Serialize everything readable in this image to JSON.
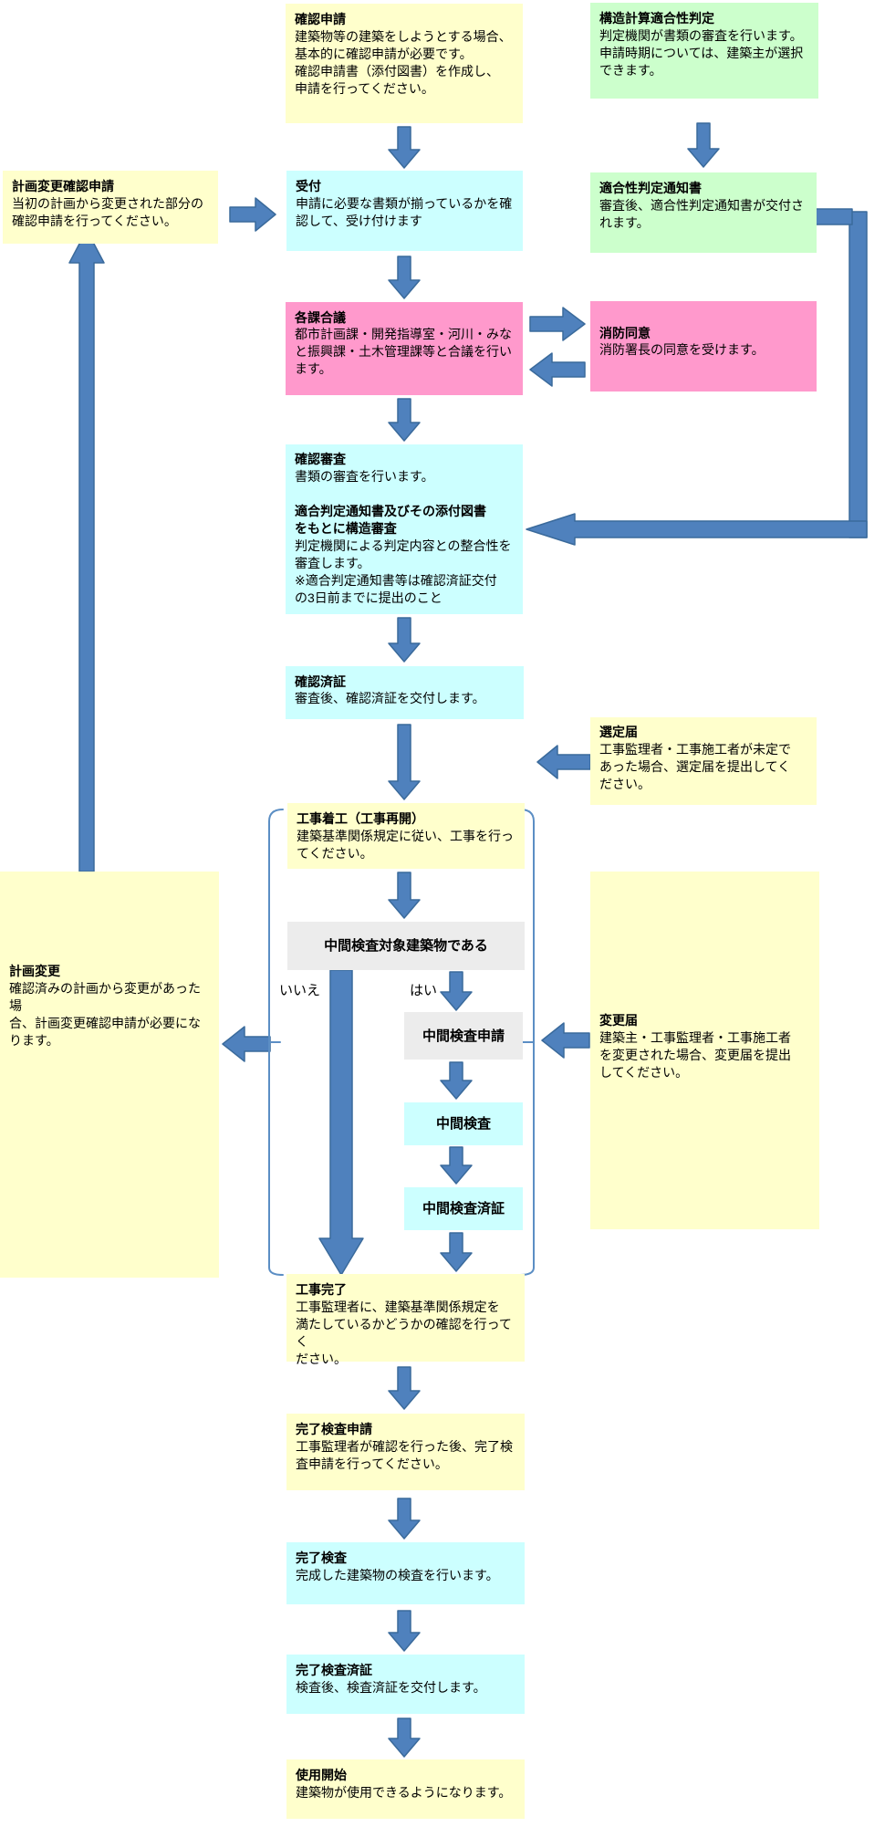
{
  "boxes": {
    "confirmation_application": {
      "title": "確認申請",
      "body": "建築物等の建築をしようとする場合、\n基本的に確認申請が必要です。\n確認申請書（添付図書）を作成し、\n申請を行ってください。"
    },
    "structural_judgment": {
      "title": "構造計算適合性判定",
      "body": "判定機関が書類の審査を行います。\n申請時期については、建築主が選択\nできます。"
    },
    "plan_change_application": {
      "title": "計画変更確認申請",
      "body": "当初の計画から変更された部分の\n確認申請を行ってください。"
    },
    "reception": {
      "title": "受付",
      "body": "申請に必要な書類が揃っているかを確\n認して、受け付けます"
    },
    "judgment_notice": {
      "title": "適合性判定通知書",
      "body": "審査後、適合性判定通知書が交付さ\nれます。"
    },
    "dept_consultation": {
      "title": "各課合議",
      "body": "都市計画課・開発指導室・河川・みな\nと振興課・土木管理課等と合議を行い\nます。"
    },
    "fire_consent": {
      "title": "消防同意",
      "body": "消防署長の同意を受けます。"
    },
    "confirmation_exam": {
      "title": "確認審査",
      "body": "書類の審査を行います。",
      "title2": "適合判定通知書及びその添付図書\nをもとに構造審査",
      "body2": "判定機関による判定内容との整合性を\n審査します。",
      "note": "※適合判定通知書等は確認済証交付\nの3日前までに提出のこと"
    },
    "confirmation_cert": {
      "title": "確認済証",
      "body": "審査後、確認済証を交付します。"
    },
    "selection_notice": {
      "title": "選定届",
      "body": "工事監理者・工事施工者が未定で\nあった場合、選定届を提出してく\nださい。"
    },
    "construction_start": {
      "title": "工事着工（工事再開）",
      "body": "建築基準関係規定に従い、工事を行っ\nてください。"
    },
    "interim_target": {
      "title": "中間検査対象建築物である"
    },
    "interim_application": {
      "title": "中間検査申請"
    },
    "interim_inspection": {
      "title": "中間検査"
    },
    "interim_cert": {
      "title": "中間検査済証"
    },
    "plan_change": {
      "title": "計画変更",
      "body": "確認済みの計画から変更があった場\n合、計画変更確認申請が必要にな\nります。"
    },
    "change_notice": {
      "title": "変更届",
      "body": "建築主・工事監理者・工事施工者\nを変更された場合、変更届を提出\nしてください。"
    },
    "construction_complete": {
      "title": "工事完了",
      "body": "工事監理者に、建築基準関係規定を\n満たしているかどうかの確認を行ってく\nださい。"
    },
    "completion_application": {
      "title": "完了検査申請",
      "body": "工事監理者が確認を行った後、完了検\n査申請を行ってください。"
    },
    "completion_inspection": {
      "title": "完了検査",
      "body": "完成した建築物の検査を行います。"
    },
    "completion_cert": {
      "title": "完了検査済証",
      "body": "検査後、検査済証を交付します。"
    },
    "use_start": {
      "title": "使用開始",
      "body": "建築物が使用できるようになります。"
    }
  },
  "labels": {
    "no": "いいえ",
    "yes": "はい"
  },
  "colors": {
    "box_yellow": "#FFFFCC",
    "box_green": "#CCFFCC",
    "box_cyan": "#CCFFFF",
    "box_pink": "#FF99CC",
    "box_gray": "#ECECEC",
    "arrow_fill": "#4F81BD",
    "arrow_border": "#3A6A9B",
    "bracket": "#5B8EC4"
  }
}
